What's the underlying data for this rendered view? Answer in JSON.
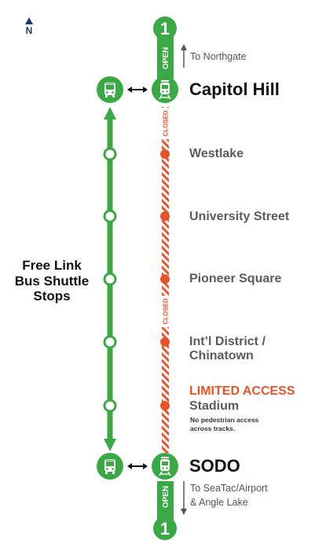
{
  "compass": {
    "label": "N"
  },
  "line": {
    "number": "1",
    "open_label": "OPEN",
    "closed_label": "CLOSED"
  },
  "colors": {
    "link_green": "#3aa845",
    "closed_orange": "#e8542a",
    "white": "#ffffff",
    "navy": "#1d3a6c"
  },
  "directions": {
    "north": "To Northgate",
    "south": "To SeaTac/Airport\n& Angle Lake"
  },
  "stations": [
    {
      "name": "Capitol Hill",
      "type": "transfer"
    },
    {
      "name": "Westlake",
      "type": "closed"
    },
    {
      "name": "University Street",
      "type": "closed"
    },
    {
      "name": "Pioneer Square",
      "type": "closed"
    },
    {
      "name": "Int’l District /\nChinatown",
      "type": "closed"
    },
    {
      "name": "Stadium",
      "type": "closed"
    },
    {
      "name": "SODO",
      "type": "transfer"
    }
  ],
  "limited_access": {
    "label": "LIMITED ACCESS",
    "note": "No pedestrian access\nacross tracks."
  },
  "shuttle": {
    "label": "Free Link\nBus Shuttle\nStops"
  },
  "icons": {
    "bus": "bus-icon",
    "rail": "light-rail-icon",
    "transfer": "double-arrow-icon",
    "route_badge": "route-1-badge"
  }
}
